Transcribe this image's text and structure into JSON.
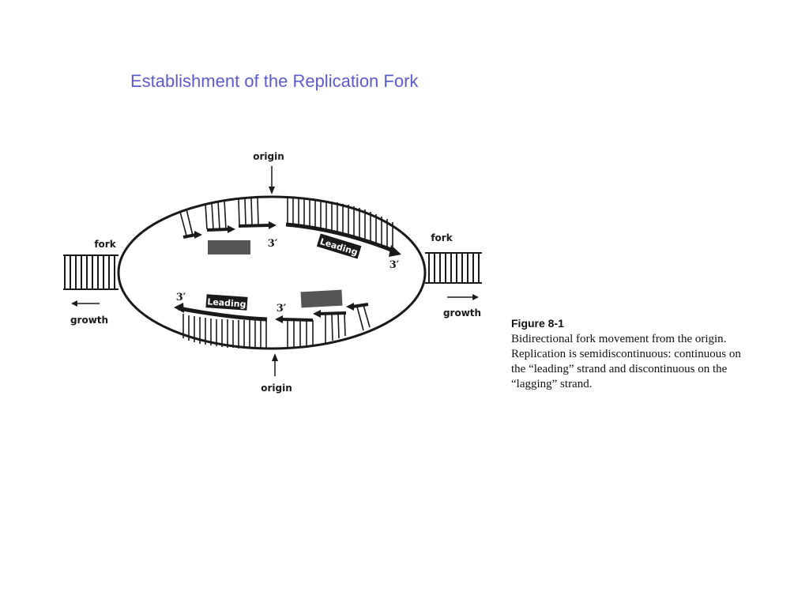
{
  "slide": {
    "title": "Establishment of the Replication Fork"
  },
  "diagram": {
    "labels": {
      "origin_top": "origin",
      "origin_bottom": "origin",
      "fork_left": "fork",
      "fork_right": "fork",
      "growth_left": "growth",
      "growth_right": "growth",
      "three_prime_top_1": "3′",
      "three_prime_top_2": "3′",
      "three_prime_bottom_1": "3′",
      "three_prime_bottom_2": "3′",
      "leading_top": "Leading",
      "leading_bottom": "Leading"
    }
  },
  "caption": {
    "heading": "Figure 8-1",
    "lines": [
      "Bidirectional fork movement from the origin.",
      "Replication is semidiscontinuous: continuous on",
      "the “leading” strand and discontinuous on the",
      "“lagging” strand."
    ]
  },
  "colors": {
    "title": "#5b5bd0",
    "ink": "#1a1a1a",
    "primer": "#555555"
  }
}
